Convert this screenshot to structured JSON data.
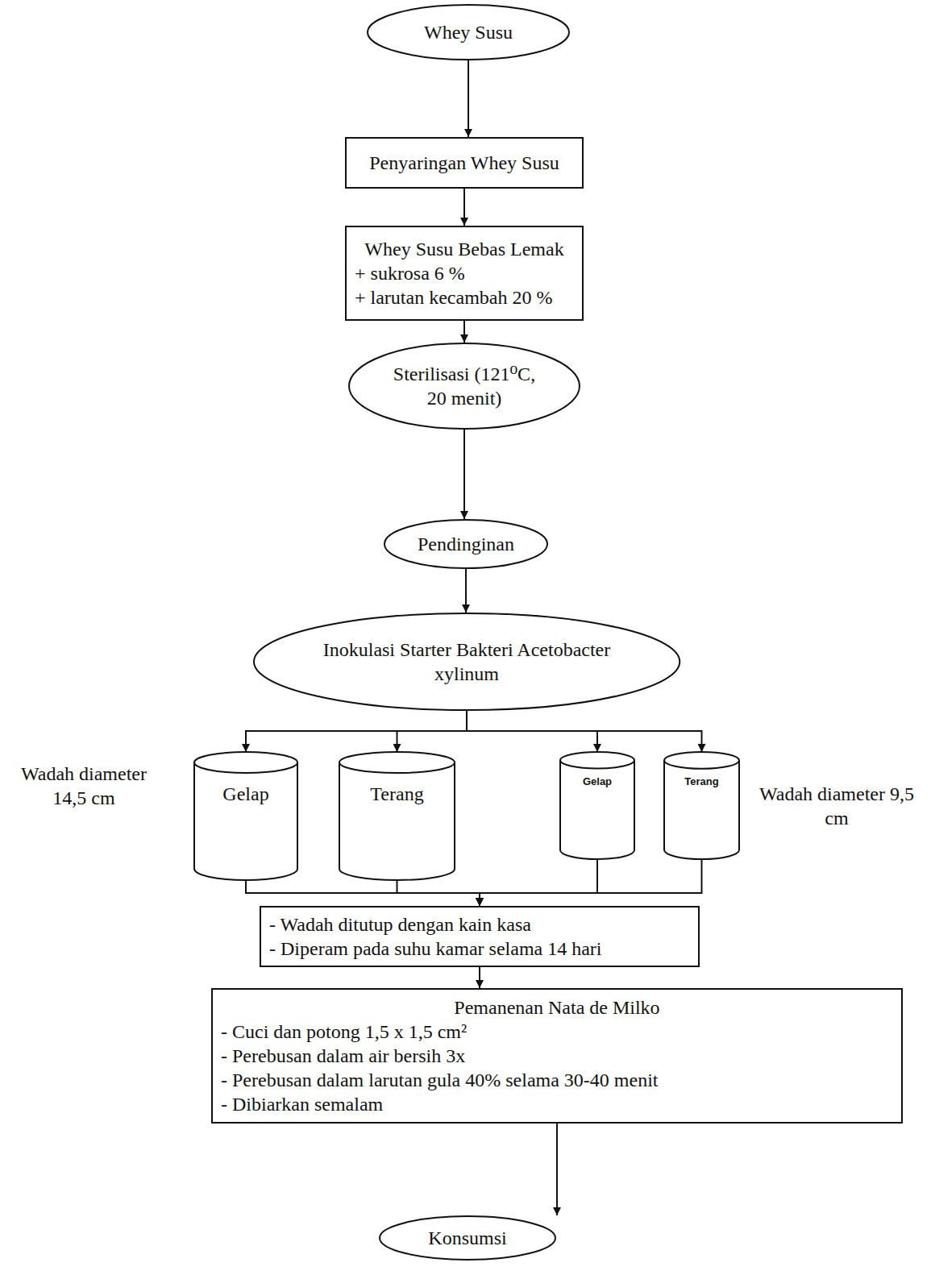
{
  "diagram": {
    "nodes": [
      {
        "text": [
          "Whey Susu"
        ]
      },
      {
        "text": [
          "Penyaringan Whey Susu"
        ]
      },
      {
        "text": [
          "Whey Susu Bebas Lemak",
          "+ sukrosa 6 %",
          "+ larutan kecambah 20 %"
        ]
      },
      {
        "text": [
          "Sterilisasi (121⁰C, 20 menit)"
        ]
      },
      {
        "text": [
          "Pendinginan"
        ]
      },
      {
        "text": [
          "Inokulasi Starter Bakteri Acetobacter xylinum"
        ]
      },
      {
        "text": [
          "Gelap"
        ]
      },
      {
        "text": [
          "Terang"
        ]
      },
      {
        "text": [
          "Gelap"
        ]
      },
      {
        "text": [
          "Terang"
        ]
      },
      {
        "text": [
          "- Wadah ditutup dengan kain kasa",
          "- Diperam pada suhu kamar selama 14 hari"
        ]
      },
      {
        "text": [
          "Pemanenan Nata de Milko",
          "- Cuci dan potong 1,5 x 1,5 cm²",
          "- Perebusan dalam air bersih 3x",
          "- Perebusan dalam larutan gula 40% selama 30-40 menit",
          "- Dibiarkan semalam"
        ]
      },
      {
        "text": [
          "Konsumsi"
        ]
      }
    ],
    "edges": [
      {
        "from": 0,
        "to": 1,
        "arrow": "to"
      },
      {
        "from": 1,
        "to": 2,
        "arrow": "to"
      },
      {
        "from": 2,
        "to": 3,
        "arrow": "to"
      },
      {
        "from": 3,
        "to": 4,
        "arrow": "to"
      },
      {
        "from": 4,
        "to": 5,
        "arrow": "to"
      },
      {
        "from": 5,
        "to": 6,
        "arrow": "to"
      },
      {
        "from": 5,
        "to": 7,
        "arrow": "to"
      },
      {
        "from": 5,
        "to": 8,
        "arrow": "to"
      },
      {
        "from": 5,
        "to": 9,
        "arrow": "to"
      },
      {
        "from": 6,
        "to": 10,
        "arrow": "to"
      },
      {
        "from": 7,
        "to": 10,
        "arrow": "to"
      },
      {
        "from": 8,
        "to": 10,
        "arrow": "to"
      },
      {
        "from": 9,
        "to": 10,
        "arrow": "to"
      },
      {
        "from": 10,
        "to": 11,
        "arrow": "to"
      },
      {
        "from": 11,
        "to": 12,
        "arrow": "to"
      }
    ],
    "labels": [
      "Wadah diameter 14,5 cm",
      "Wadah diameter 9,5 cm"
    ]
  }
}
